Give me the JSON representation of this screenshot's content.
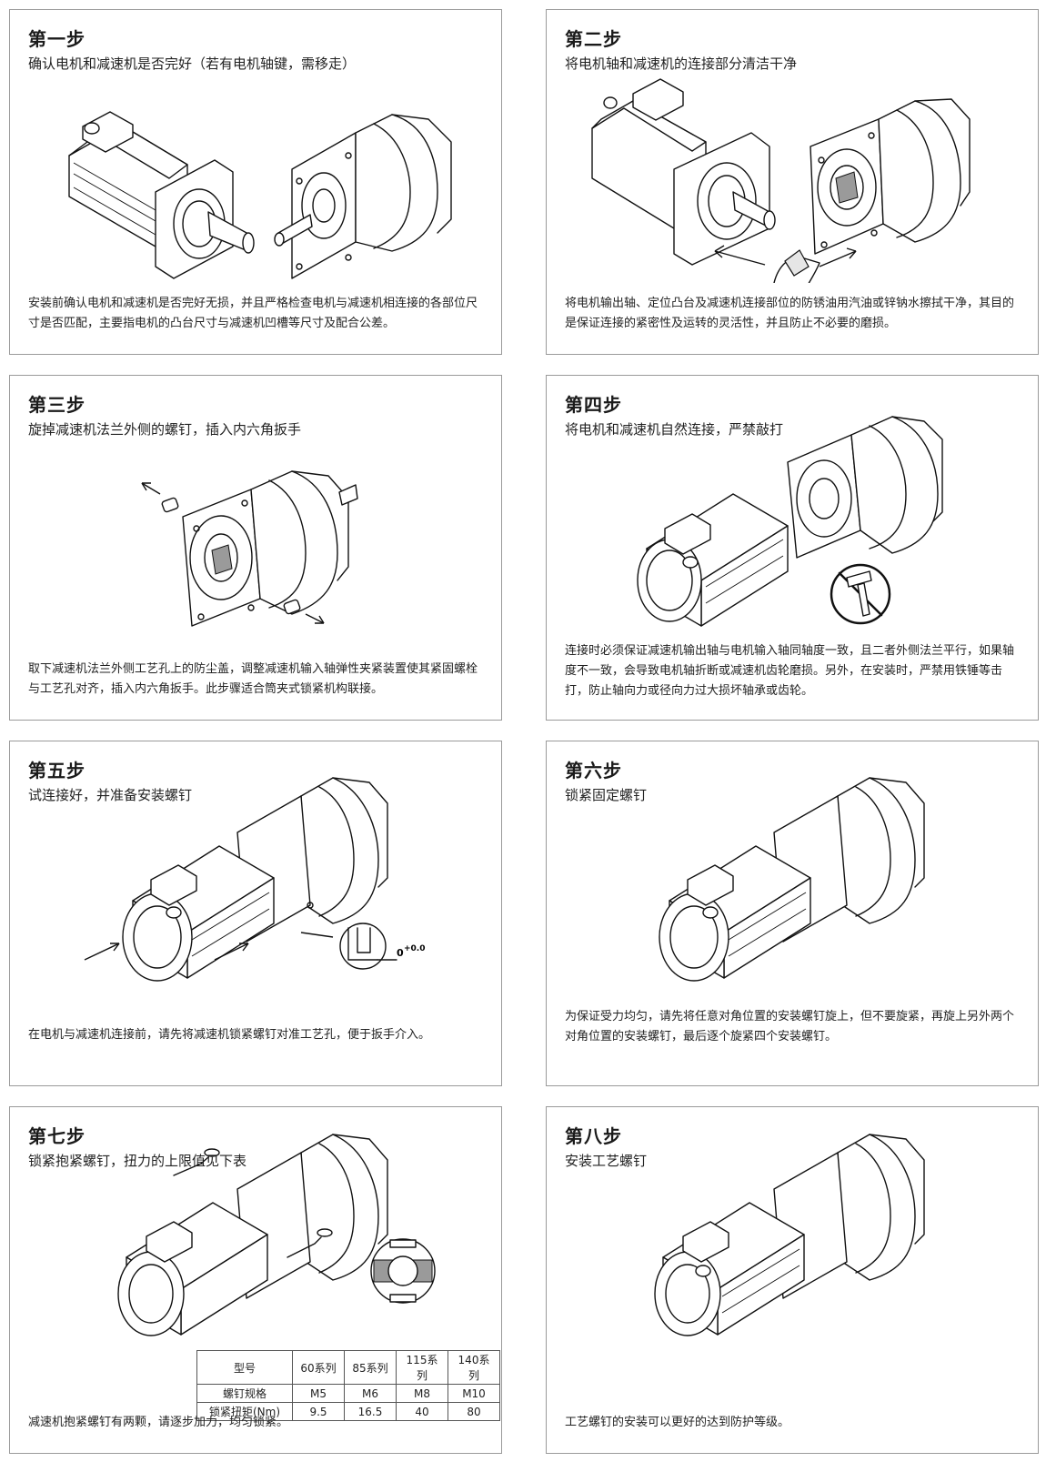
{
  "steps": [
    {
      "title": "第一步",
      "subtitle": "确认电机和减速机是否完好（若有电机轴键，需移走）",
      "description": "安装前确认电机和减速机是否完好无损，并且严格检查电机与减速机相连接的各部位尺寸是否匹配，主要指电机的凸台尺寸与减速机凹槽等尺寸及配合公差。"
    },
    {
      "title": "第二步",
      "subtitle": "将电机轴和减速机的连接部分清洁干净",
      "description": "将电机输出轴、定位凸台及减速机连接部位的防锈油用汽油或锌钠水擦拭干净，其目的是保证连接的紧密性及运转的灵活性，并且防止不必要的磨损。"
    },
    {
      "title": "第三步",
      "subtitle": "旋掉减速机法兰外侧的螺钉，插入内六角扳手",
      "description": "取下减速机法兰外侧工艺孔上的防尘盖，调整减速机输入轴弹性夹紧装置使其紧固螺栓与工艺孔对齐，插入内六角扳手。此步骤适合筒夹式锁紧机构联接。"
    },
    {
      "title": "第四步",
      "subtitle": "将电机和减速机自然连接，严禁敲打",
      "description": "连接时必须保证减速机输出轴与电机输入轴同轴度一致，且二者外侧法兰平行，如果轴度不一致，会导致电机轴折断或减速机齿轮磨损。另外，在安装时，严禁用铁锤等击打，防止轴向力或径向力过大损坏轴承或齿轮。"
    },
    {
      "title": "第五步",
      "subtitle": "试连接好，并准备安装螺钉",
      "description": "在电机与减速机连接前，请先将减速机锁紧螺钉对准工艺孔，便于扳手介入。",
      "tolerance_label": "0",
      "tolerance_sup": "+0.0"
    },
    {
      "title": "第六步",
      "subtitle": "锁紧固定螺钉",
      "description": "为保证受力均匀，请先将任意对角位置的安装螺钉旋上，但不要旋紧，再旋上另外两个对角位置的安装螺钉，最后逐个旋紧四个安装螺钉。"
    },
    {
      "title": "第七步",
      "subtitle": "锁紧抱紧螺钉，扭力的上限值见下表",
      "description": "减速机抱紧螺钉有两颗，请逐步加力，均匀锁紧。",
      "table": {
        "header": [
          "型号",
          "60系列",
          "85系列",
          "115系列",
          "140系列"
        ],
        "rows": [
          [
            "螺钉规格",
            "M5",
            "M6",
            "M8",
            "M10"
          ],
          [
            "锁紧扭矩(Nm)",
            "9.5",
            "16.5",
            "40",
            "80"
          ]
        ]
      }
    },
    {
      "title": "第八步",
      "subtitle": "安装工艺螺钉",
      "description": "工艺螺钉的安装可以更好的达到防护等级。"
    }
  ]
}
